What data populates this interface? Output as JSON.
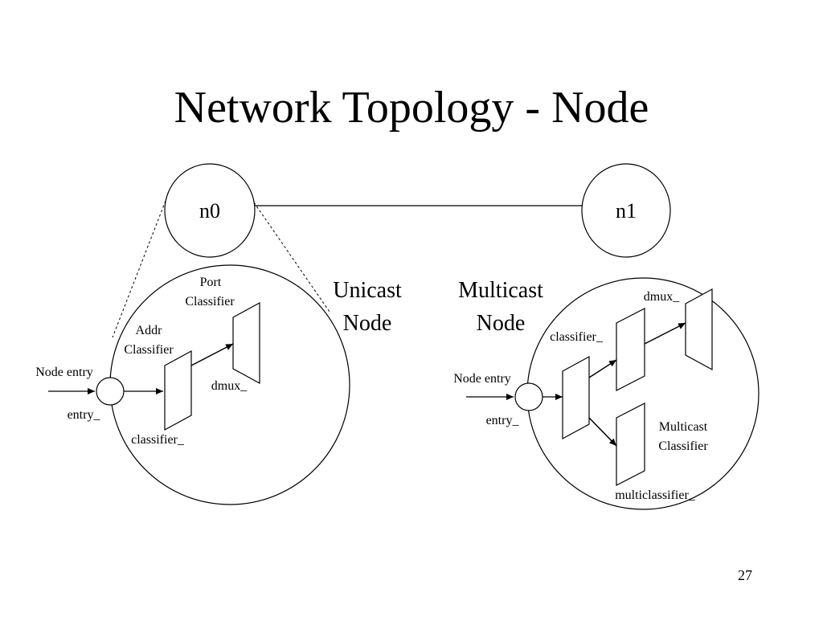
{
  "slide": {
    "title": "Network Topology - Node",
    "page_number": "27"
  },
  "top_nodes": {
    "n0": "n0",
    "n1": "n1"
  },
  "unicast": {
    "heading_line1": "Unicast",
    "heading_line2": "Node",
    "port_classifier_line1": "Port",
    "port_classifier_line2": "Classifier",
    "addr_classifier_line1": "Addr",
    "addr_classifier_line2": "Classifier",
    "node_entry": "Node entry",
    "entry": "entry_",
    "dmux": "dmux_",
    "classifier": "classifier_"
  },
  "multicast": {
    "heading_line1": "Multicast",
    "heading_line2": "Node",
    "dmux": "dmux_",
    "classifier": "classifier_",
    "node_entry": "Node entry",
    "entry": "entry_",
    "multicast_classifier_line1": "Multicast",
    "multicast_classifier_line2": "Classifier",
    "multiclassifier": "multiclassifier_"
  }
}
